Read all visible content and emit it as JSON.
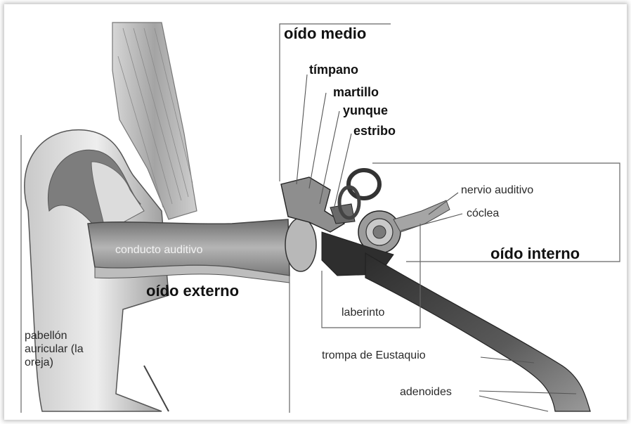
{
  "labels": {
    "oido_medio": "oído medio",
    "timpano": "tímpano",
    "martillo": "martillo",
    "yunque": "yunque",
    "estribo": "estribo",
    "nervio_auditivo": "nervio auditivo",
    "coclea": "cóclea",
    "oido_interno": "oído interno",
    "conducto_auditivo": "conducto auditivo",
    "oido_externo": "oído externo",
    "laberinto": "laberinto",
    "pabellon_auricular": "pabellón auricular (la oreja)",
    "trompa_eustaquio": "trompa de Eustaquio",
    "adenoides": "adenoides"
  },
  "colors": {
    "line": "#555555",
    "tissue_light": "#d9d9d9",
    "tissue_mid": "#a9a9a9",
    "tissue_dark": "#3a3a3a",
    "canal": "#8c8c8c"
  }
}
